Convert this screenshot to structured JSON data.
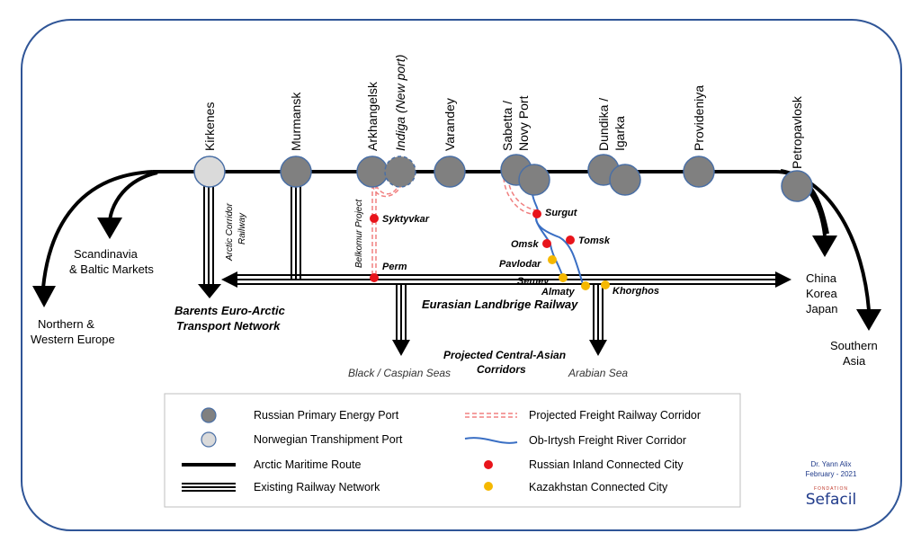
{
  "ports": [
    {
      "id": "kirkenes",
      "name": "Kirkenes",
      "type": "norwegian"
    },
    {
      "id": "murmansk",
      "name": "Murmansk",
      "type": "russian"
    },
    {
      "id": "arkhangelsk",
      "name": "Arkhangelsk",
      "type": "russian"
    },
    {
      "id": "indiga",
      "name": "Indiga (New port)",
      "type": "projected"
    },
    {
      "id": "varandey",
      "name": "Varandey",
      "type": "russian"
    },
    {
      "id": "sabetta",
      "name": "Sabetta / Novy Port",
      "lines": [
        "Sabetta /",
        "Novy Port"
      ],
      "type": "russian"
    },
    {
      "id": "dundika",
      "name": "Dundika / Igarka",
      "lines": [
        "Dundika /",
        "Igarka"
      ],
      "type": "russian"
    },
    {
      "id": "provideniya",
      "name": "Provideniya",
      "type": "russian"
    },
    {
      "id": "petropavlosk",
      "name": "Petropavlosk",
      "type": "russian"
    }
  ],
  "cities": [
    {
      "id": "syktyvkar",
      "name": "Syktyvkar",
      "type": "russian"
    },
    {
      "id": "perm",
      "name": "Perm",
      "type": "russian"
    },
    {
      "id": "surgut",
      "name": "Surgut",
      "type": "russian"
    },
    {
      "id": "omsk",
      "name": "Omsk",
      "type": "russian"
    },
    {
      "id": "tomsk",
      "name": "Tomsk",
      "type": "russian"
    },
    {
      "id": "pavlodar",
      "name": "Pavlodar",
      "type": "kazakh"
    },
    {
      "id": "semev",
      "name": "Semev",
      "type": "kazakh"
    },
    {
      "id": "almaty",
      "name": "Almaty",
      "type": "kazakh"
    },
    {
      "id": "khorghos",
      "name": "Khorghos",
      "type": "kazakh"
    }
  ],
  "destinations": {
    "scandinavia": [
      "Scandinavia",
      "& Baltic Markets"
    ],
    "northern_europe": [
      "Northern &",
      "Western Europe"
    ],
    "barents": [
      "Barents Euro-Arctic",
      "Transport Network"
    ],
    "east_asia": [
      "China",
      "Korea",
      "Japan"
    ],
    "south_asia": [
      "Southern",
      "Asia"
    ],
    "black_caspian": "Black / Caspian Seas",
    "arabian": "Arabian Sea"
  },
  "labels": {
    "arctic_corridor": [
      "Arctic Corridor",
      "Railway"
    ],
    "belkomur": "Belkomur Project",
    "eurasian": "Eurasian Landbrige Railway",
    "central_asian": [
      "Projected Central-Asian",
      "Corridors"
    ]
  },
  "legend": [
    {
      "key": "russian_port",
      "label": "Russian Primary Energy Port"
    },
    {
      "key": "norwegian_port",
      "label": "Norwegian Transhipment Port"
    },
    {
      "key": "arctic_route",
      "label": "Arctic Maritime Route"
    },
    {
      "key": "railway",
      "label": "Existing Railway Network"
    },
    {
      "key": "projected_rail",
      "label": "Projected Freight Railway Corridor"
    },
    {
      "key": "river",
      "label": "Ob-Irtysh Freight River Corridor"
    },
    {
      "key": "russian_city",
      "label": "Russian Inland Connected City"
    },
    {
      "key": "kazakh_city",
      "label": "Kazakhstan Connected City"
    }
  ],
  "credit": {
    "author": "Dr. Yann Alix",
    "date": "February - 2021",
    "logo_top": "FONDATION",
    "logo_main": "Sefacil"
  },
  "colors": {
    "port": "#808080",
    "norwegian": "#dadada",
    "russian_city": "#e8141b",
    "kazakh_city": "#f5b800",
    "river": "#3a6fc4",
    "projected": "#f08080",
    "frame": "#2f5597"
  }
}
